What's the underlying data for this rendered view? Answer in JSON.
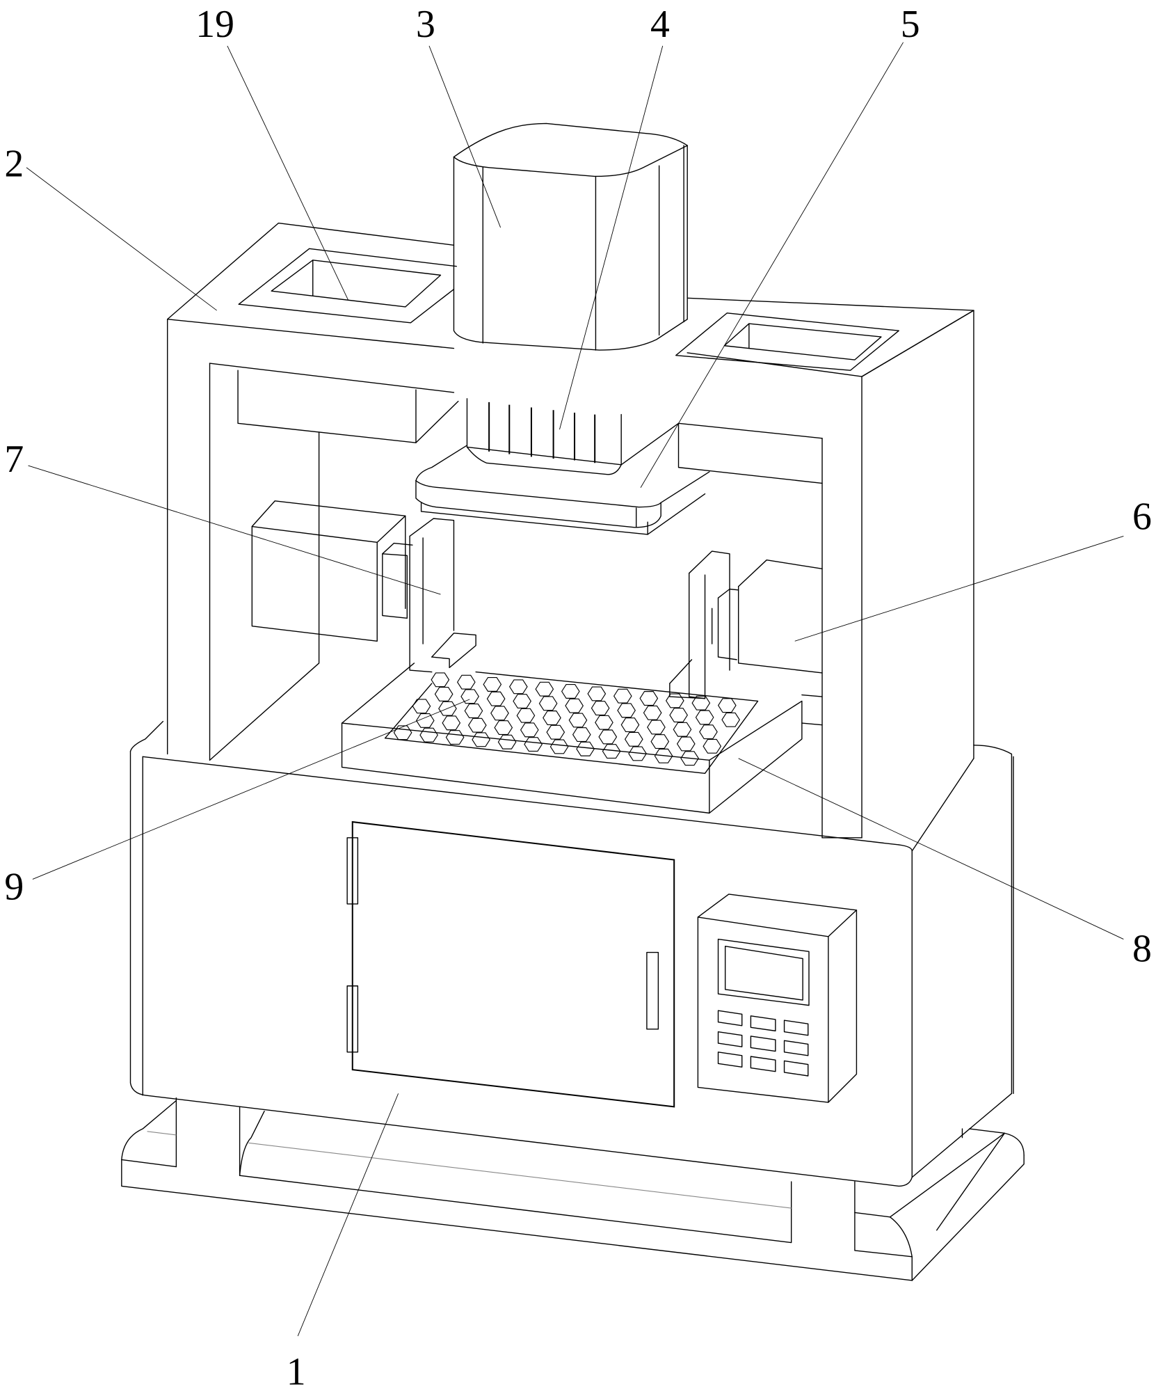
{
  "figure": {
    "type": "patent-perspective-drawing",
    "subject": "press machine with cabinet base, frame, top motor, press head, clamps, perforated worktable and control panel",
    "line_color": "#000000",
    "background": "#ffffff"
  },
  "reference_labels": [
    {
      "id": "1",
      "text": "1",
      "part": "base cabinet"
    },
    {
      "id": "2",
      "text": "2",
      "part": "frame"
    },
    {
      "id": "3",
      "text": "3",
      "part": "top motor housing"
    },
    {
      "id": "4",
      "text": "4",
      "part": "press shaft assembly"
    },
    {
      "id": "5",
      "text": "5",
      "part": "press head"
    },
    {
      "id": "6",
      "text": "6",
      "part": "right side actuator"
    },
    {
      "id": "7",
      "text": "7",
      "part": "left clamp"
    },
    {
      "id": "8",
      "text": "8",
      "part": "worktable"
    },
    {
      "id": "9",
      "text": "9",
      "part": "perforated plate"
    },
    {
      "id": "19",
      "text": "19",
      "part": "top opening"
    }
  ],
  "control_panel": {
    "has_screen": true,
    "button_rows": 3,
    "button_cols": 3
  }
}
